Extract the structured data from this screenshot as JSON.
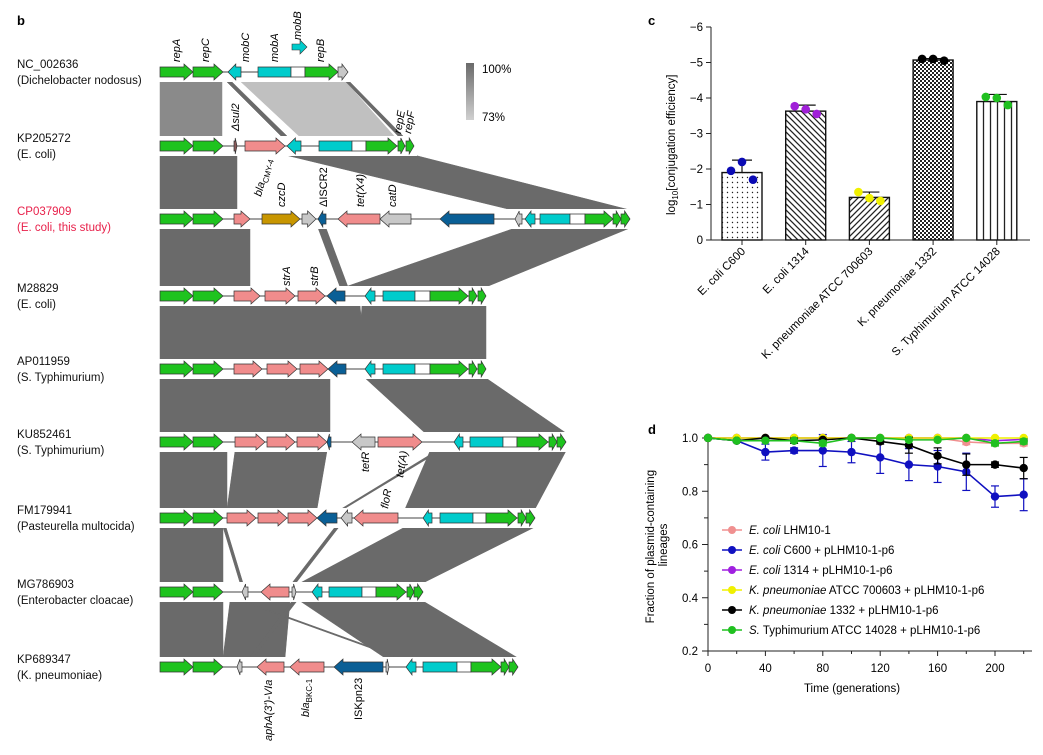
{
  "panels": {
    "b": "b",
    "c": "c",
    "d": "d"
  },
  "colors": {
    "green": "#1ec31e",
    "cyan": "#00cccc",
    "white": "#ffffff",
    "gray": "#c8c8c8",
    "pink": "#f08c8c",
    "gold": "#c89600",
    "navy": "#0a5f96",
    "brown": "#8a5a5a",
    "band_dark": "#6a6a6a",
    "band_mid": "#8a8a8a",
    "band_light": "#c0c0c0",
    "highlight": "#e8204a"
  },
  "scale_bar": {
    "max_label": "100%",
    "min_label": "73%"
  },
  "tracks": [
    {
      "accession": "NC_002636",
      "species": "(Dichelobacter nodosus)"
    },
    {
      "accession": "KP205272",
      "species": "(E. coli)"
    },
    {
      "accession": "CP037909",
      "species": "(E. coli, this study)",
      "highlight": true
    },
    {
      "accession": "M28829",
      "species": "(E. coli)"
    },
    {
      "accession": "AP011959",
      "species": "(S. Typhimurium)"
    },
    {
      "accession": "KU852461",
      "species": "(S. Typhimurium)"
    },
    {
      "accession": "FM179941",
      "species": "(Pasteurella multocida)"
    },
    {
      "accession": "MG786903",
      "species": "(Enterobacter cloacae)"
    },
    {
      "accession": "KP689347",
      "species": "(K. pneumoniae)"
    }
  ],
  "gene_labels": {
    "repA": "repA",
    "repC": "repC",
    "mobC": "mobC",
    "mobA": "mobA",
    "mobB": "mobB",
    "repB": "repB",
    "sul2": "Δsul2",
    "repE": "repE",
    "repF": "repF",
    "blaCMY_base": "bla",
    "blaCMY_sub": "CMY-4",
    "czcD": "czcD",
    "ISCR2": "ΔISCR2",
    "tetX4": "tet(X4)",
    "catD": "catD",
    "strA": "strA",
    "strB": "strB",
    "tetR": "tetR",
    "tetA": "tet(A)",
    "floR": "floR",
    "aphA": "aphA(3')-VIa",
    "blaBKC_base": "bla",
    "blaBKC_sub": "BKC-1",
    "ISKpn23": "ISKpn23"
  },
  "chart_data": [
    {
      "type": "bar",
      "panel": "c",
      "ylabel_base": "log",
      "ylabel_sub": "10",
      "ylabel_rest": "[conjugation efficiency]",
      "ylim": [
        0,
        -6
      ],
      "y_inverted": true,
      "yticks": [
        "0",
        "−1",
        "−2",
        "−3",
        "−4",
        "−5",
        "−6"
      ],
      "categories": [
        "E. coli C600",
        "E. coli 1314",
        "K. pneumoniae ATCC 700603",
        "K. pneumoniae 1332",
        "S. Typhimurium ATCC 14028"
      ],
      "values": [
        -1.9,
        -3.63,
        -1.2,
        -5.07,
        -3.9
      ],
      "errors": [
        0.35,
        0.17,
        0.15,
        0.04,
        0.2
      ],
      "points": [
        [
          -1.95,
          -2.2,
          -1.7
        ],
        [
          -3.77,
          -3.68,
          -3.55
        ],
        [
          -1.35,
          -1.18,
          -1.1
        ],
        [
          -5.1,
          -5.1,
          -5.05
        ],
        [
          -4.03,
          -4.0,
          -3.8
        ]
      ],
      "point_colors": [
        "#0a0ab4",
        "#a020d8",
        "#f0f000",
        "#000000",
        "#20c020"
      ],
      "patterns": [
        "dots",
        "diag-back",
        "diag-fwd",
        "checker",
        "vertical"
      ],
      "grid": false
    },
    {
      "type": "line",
      "panel": "d",
      "xlabel": "Time (generations)",
      "ylabel": "Fraction of plasmid-containing lineages",
      "xlim": [
        0,
        220
      ],
      "ylim": [
        0.2,
        1.0
      ],
      "xticks": [
        "0",
        "40",
        "80",
        "120",
        "160",
        "200"
      ],
      "yticks": [
        "0.2",
        "0.4",
        "0.6",
        "0.8",
        "1.0"
      ],
      "x": [
        0,
        20,
        40,
        60,
        80,
        100,
        120,
        140,
        160,
        180,
        200,
        220
      ],
      "grid": false,
      "legend": "bottom-left inside",
      "series": [
        {
          "name_italic": "E. coli",
          "name_rest": " LHM10-1",
          "color": "#f09090",
          "values": [
            1,
            1,
            1,
            1,
            1,
            1,
            1,
            1,
            1,
            0.985,
            0.98,
            0.98
          ],
          "errors": [
            0,
            0,
            0,
            0,
            0,
            0,
            0,
            0,
            0,
            0.01,
            0.01,
            0.01
          ]
        },
        {
          "name_italic": "E. coli",
          "name_rest": " C600 + pLHM10-1-p6",
          "color": "#1010c0",
          "values": [
            1,
            0.99,
            0.947,
            0.953,
            0.953,
            0.947,
            0.927,
            0.9,
            0.893,
            0.873,
            0.78,
            0.787
          ],
          "errors": [
            0,
            0.005,
            0.03,
            0.01,
            0.06,
            0.04,
            0.06,
            0.06,
            0.06,
            0.07,
            0.04,
            0.06
          ]
        },
        {
          "name_italic": "E. coli",
          "name_rest": " 1314 + pLHM10-1-p6",
          "color": "#a020e0",
          "values": [
            1,
            1,
            1,
            1,
            1,
            1,
            1,
            1,
            1,
            1,
            0.99,
            0.995
          ],
          "errors": [
            0,
            0,
            0,
            0,
            0,
            0,
            0,
            0,
            0,
            0,
            0.005,
            0.005
          ]
        },
        {
          "name_italic": "K. pneumoniae",
          "name_rest": " ATCC 700603 + pLHM10-1-p6",
          "color": "#f0f000",
          "values": [
            1,
            1,
            1,
            1,
            1,
            1,
            1,
            1,
            1,
            1,
            1,
            1
          ],
          "errors": [
            0,
            0,
            0,
            0,
            0,
            0,
            0,
            0,
            0,
            0,
            0,
            0
          ]
        },
        {
          "name_italic": "K. pneumoniae",
          "name_rest": " 1332 + pLHM10-1-p6",
          "color": "#000000",
          "values": [
            1,
            0.99,
            1,
            0.99,
            0.993,
            1,
            0.987,
            0.973,
            0.933,
            0.9,
            0.9,
            0.887
          ],
          "errors": [
            0,
            0,
            0,
            0.01,
            0.005,
            0,
            0.01,
            0.03,
            0.03,
            0.04,
            0.01,
            0.04
          ]
        },
        {
          "name_italic": "S.",
          "name_rest": " Typhimurium ATCC 14028 + pLHM10-1-p6",
          "color": "#20c020",
          "values": [
            1,
            0.99,
            0.99,
            0.99,
            0.98,
            1,
            1,
            0.993,
            0.993,
            1,
            0.98,
            0.987
          ],
          "errors": [
            0,
            0,
            0,
            0,
            0.01,
            0,
            0,
            0,
            0,
            0,
            0.01,
            0.01
          ]
        }
      ]
    }
  ]
}
